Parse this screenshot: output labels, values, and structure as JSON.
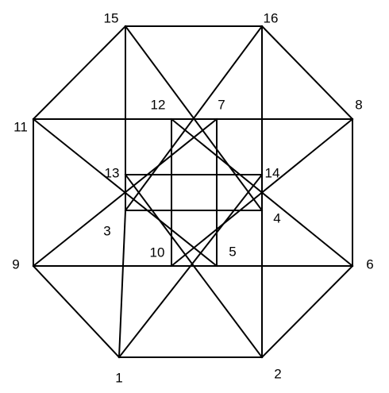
{
  "diagram": {
    "vertices": [
      {
        "id": "1",
        "label": "1"
      },
      {
        "id": "2",
        "label": "2"
      },
      {
        "id": "3",
        "label": "3"
      },
      {
        "id": "4",
        "label": "4"
      },
      {
        "id": "5",
        "label": "5"
      },
      {
        "id": "6",
        "label": "6"
      },
      {
        "id": "7",
        "label": "7"
      },
      {
        "id": "8",
        "label": "8"
      },
      {
        "id": "9",
        "label": "9"
      },
      {
        "id": "10",
        "label": "10"
      },
      {
        "id": "11",
        "label": "11"
      },
      {
        "id": "12",
        "label": "12"
      },
      {
        "id": "13",
        "label": "13"
      },
      {
        "id": "14",
        "label": "14"
      },
      {
        "id": "15",
        "label": "15"
      },
      {
        "id": "16",
        "label": "16"
      }
    ],
    "edges": [
      [
        "15",
        "16"
      ],
      [
        "16",
        "8"
      ],
      [
        "8",
        "6"
      ],
      [
        "6",
        "2"
      ],
      [
        "2",
        "1"
      ],
      [
        "1",
        "9"
      ],
      [
        "9",
        "11"
      ],
      [
        "11",
        "15"
      ],
      [
        "12",
        "7"
      ],
      [
        "7",
        "5"
      ],
      [
        "5",
        "10"
      ],
      [
        "10",
        "12"
      ],
      [
        "13",
        "14"
      ],
      [
        "14",
        "4"
      ],
      [
        "4",
        "3"
      ],
      [
        "3",
        "13"
      ],
      [
        "15",
        "13"
      ],
      [
        "16",
        "14"
      ],
      [
        "2",
        "4"
      ],
      [
        "1",
        "3"
      ],
      [
        "11",
        "12"
      ],
      [
        "8",
        "7"
      ],
      [
        "6",
        "5"
      ],
      [
        "9",
        "10"
      ],
      [
        "15",
        "4"
      ],
      [
        "16",
        "3"
      ],
      [
        "2",
        "13"
      ],
      [
        "1",
        "14"
      ],
      [
        "11",
        "5"
      ],
      [
        "8",
        "10"
      ],
      [
        "6",
        "12"
      ],
      [
        "9",
        "7"
      ]
    ]
  }
}
